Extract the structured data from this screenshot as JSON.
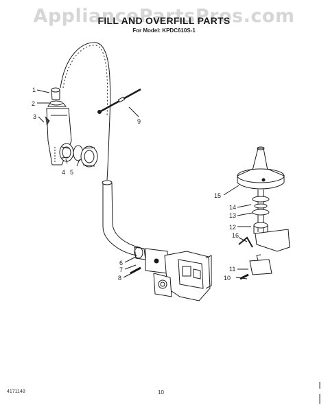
{
  "watermark": "AppliancePartsPros.com",
  "title": "FILL AND OVERFILL PARTS",
  "model": "For Model: KPDC610S-1",
  "footer": {
    "doc_number": "4171148",
    "page_number": "10"
  },
  "callouts": [
    "1",
    "2",
    "3",
    "4",
    "5",
    "6",
    "7",
    "8",
    "9",
    "10",
    "11",
    "12",
    "13",
    "14",
    "15",
    "16"
  ]
}
